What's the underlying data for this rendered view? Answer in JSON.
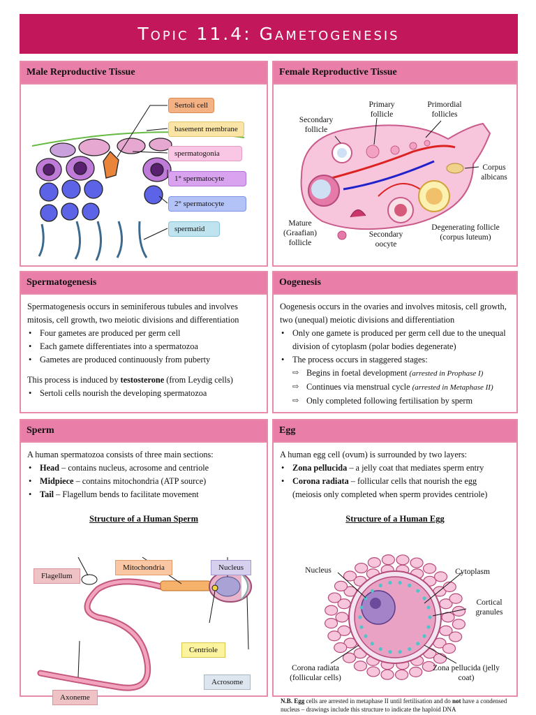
{
  "title": "Topic 11.4:  Gametogenesis",
  "panels": {
    "male_tissue": {
      "header": "Male Reproductive Tissue",
      "labels": [
        "Sertoli cell",
        "basement membrane",
        "spermatogonia",
        "1° spermatocyte",
        "2° spermatocyte",
        "spermatid"
      ],
      "label_colors": [
        "#f4b183",
        "#fbe5a6",
        "#f9c7e4",
        "#d9a3f0",
        "#b4c3f7",
        "#bfe3ef"
      ]
    },
    "female_tissue": {
      "header": "Female Reproductive Tissue",
      "labels": {
        "secondary_follicle": "Secondary follicle",
        "primary_follicle": "Primary follicle",
        "primordial_follicles": "Primordial follicles",
        "corpus_albicans": "Corpus albicans",
        "mature_follicle": "Mature (Graafian) follicle",
        "secondary_oocyte": "Secondary oocyte",
        "degenerating_follicle": "Degenerating follicle (corpus luteum)"
      }
    },
    "spermatogenesis": {
      "header": "Spermatogenesis",
      "intro": "Spermatogenesis occurs in seminiferous tubules and involves mitosis, cell growth, two meiotic divisions and differentiation",
      "bullets": [
        "Four gametes are produced per germ cell",
        "Each gamete differentiates into a spermatozoa",
        "Gametes are produced continuously from puberty"
      ],
      "induced_prefix": "This process is induced by ",
      "induced_bold": "testosterone",
      "induced_suffix": " (from Leydig cells)",
      "bullets2": [
        "Sertoli cells nourish the developing spermatozoa"
      ]
    },
    "oogenesis": {
      "header": "Oogenesis",
      "intro": "Oogenesis occurs in the ovaries and involves mitosis, cell growth, two (unequal) meiotic divisions and differentiation",
      "bullet1": "Only one gamete is produced per germ cell due to the unequal division of cytoplasm (polar bodies degenerate)",
      "bullet2": "The process occurs in staggered stages:",
      "stages": [
        {
          "text": "Begins in foetal development ",
          "note": "(arrested in Prophase I)"
        },
        {
          "text": "Continues via menstrual cycle ",
          "note": "(arrested in Metaphase II)"
        },
        {
          "text": "Only completed following fertilisation by sperm",
          "note": ""
        }
      ]
    },
    "sperm": {
      "header": "Sperm",
      "intro": "A human spermatozoa consists of three main sections:",
      "items": [
        {
          "term": "Head",
          "desc": " – contains nucleus, acrosome and centriole"
        },
        {
          "term": "Midpiece",
          "desc": " – contains mitochondria (ATP source)"
        },
        {
          "term": "Tail",
          "desc": " – Flagellum bends to facilitate movement"
        }
      ],
      "diagram_title": "Structure of  a Human Sperm",
      "labels": {
        "flagellum": "Flagellum",
        "mitochondria": "Mitochondria",
        "nucleus": "Nucleus",
        "centriole": "Centriole",
        "acrosome": "Acrosome",
        "axoneme": "Axoneme"
      }
    },
    "egg": {
      "header": "Egg",
      "intro": "A human egg cell (ovum) is surrounded by two layers:",
      "items": [
        {
          "term": "Zona pellucida",
          "desc": " – a jelly coat that mediates sperm entry"
        },
        {
          "term": "Corona radiata",
          "desc": " – follicular cells that nourish the egg"
        }
      ],
      "note": "(meiosis only completed when sperm provides centriole)",
      "diagram_title": "Structure of  a Human Egg",
      "labels": {
        "nucleus": "Nucleus",
        "cytoplasm": "Cytoplasm",
        "cortical": "Cortical granules",
        "corona": "Corona radiata (follicular cells)",
        "zona": "Zona pellucida (jelly coat)"
      },
      "nb_prefix": "N.B. ",
      "nb_bold": "Egg",
      "nb_mid": " cells are arrested in metaphase II until fertilisation and do ",
      "nb_bold2": "not",
      "nb_suffix": " have a condensed nucleus – drawings include this structure to indicate the haploid DNA"
    }
  }
}
